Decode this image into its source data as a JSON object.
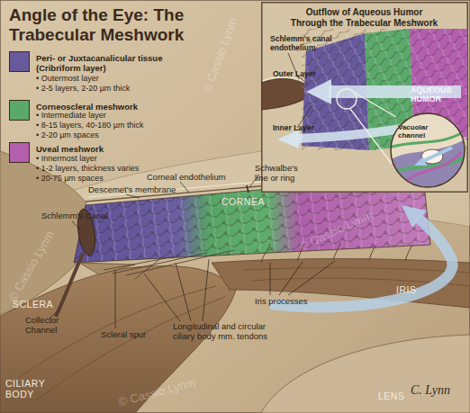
{
  "diagram": {
    "title": "Angle of the Eye: The Trabecular Meshwork",
    "nodes": [
      {
        "text": [
          "Outflow of Aqueous Humor Through the Trabecular Meshwork"
        ]
      },
      {
        "text": [
          "Vacuolar channel"
        ],
        "in": 0
      }
    ],
    "labels": [
      "• Outermost layer",
      "• 2-5 layers, 2-20 µm thick",
      "• Intermediate layer",
      "• 8-15 layers, 40-180 µm thick",
      "• 2-20 µm spaces",
      "• Innermost layer",
      "• 1-2 layers, thickness varies",
      "• 20-75 µm spaces",
      "Schlemm's canal endothelium",
      "Outer Layer",
      "Inner Layer",
      "AQUEOUS HUMOR",
      "CORNEA",
      "Corneal endothelium",
      "Descemet's membrane",
      "Schwalbe's line or ring",
      "Schlemm's Canal",
      "SCLERA",
      "Collector Channel",
      "Scleral spur",
      "Longitudinal and circular ciliary body mm. tendons",
      "Iris processes",
      "IRIS",
      "CILIARY BODY",
      "LENS",
      "C. Lynn",
      "© Cassio Lynm",
      "© Cassio Lynm",
      "© Cassio Lynm",
      "© Cassio Lynm"
    ],
    "legend": [
      {
        "text": "Peri- or Juxtacanalicular tissue (Cribriform layer)",
        "color": "#675a9c"
      },
      {
        "text": "Corneoscleral meshwork",
        "color": "#5aa96a"
      },
      {
        "text": "Uveal meshwork",
        "color": "#b35fae"
      }
    ]
  }
}
